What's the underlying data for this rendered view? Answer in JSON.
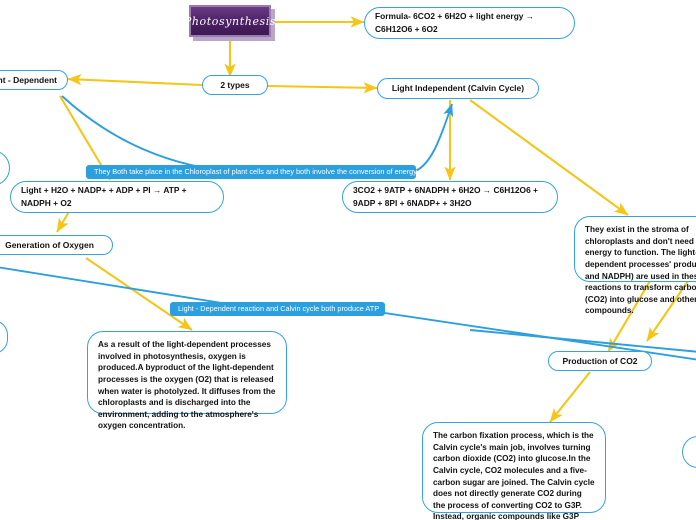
{
  "diagram": {
    "title": "Photosynthesis",
    "colors": {
      "node_border": "#35a3e0",
      "root_fill": "#4a1f63",
      "root_border": "#9a7ab0",
      "yellow_edge": "#f5c518",
      "blue_edge": "#2c9fdf",
      "label_fill": "#2c9fdf",
      "canvas": "#ffffff"
    },
    "root": {
      "label": "Photosynthesis"
    },
    "nodes": [
      {
        "id": "formula",
        "label": "Formula- 6CO2 + 6H2O + light energy → C6H12O6 + 6O2"
      },
      {
        "id": "two-types",
        "label": "2 types"
      },
      {
        "id": "light-dependent",
        "label": "Light - Dependent"
      },
      {
        "id": "light-independent",
        "label": "Light Independent (Calvin Cycle)"
      },
      {
        "id": "light-dependent-equation",
        "label": "Light + H2O + NADP+ + ADP + PI → ATP + NADPH + O2"
      },
      {
        "id": "calvin-equation",
        "label": "3CO2 + 9ATP + 6NADPH + 6H2O → C6H12O6 + 9ADP + 8PI + 6NADP+ + 3H2O"
      },
      {
        "id": "generation-of-oxygen",
        "label": "Generation of Oxygen"
      },
      {
        "id": "production-of-co2",
        "label": "Production of CO2"
      },
      {
        "id": "stroma-note",
        "label": "They exist in the stroma of chloroplasts and don't need light energy to function. The light-dependent processes' products (ATP and NADPH) are used in these reactions to transform carbon dioxide (CO2) into glucose and other organic compounds."
      },
      {
        "id": "oxygen-note",
        "label": "As a result of the light-dependent processes involved in photosynthesis, oxygen is produced.A byproduct of the light-dependent processes is the oxygen (O2) that is released when water is photolyzed. It diffuses from the chloroplasts and is discharged into the environment, adding to the atmosphere's oxygen concentration."
      },
      {
        "id": "carbon-fixation-note",
        "label": "The carbon fixation process, which is the Calvin cycle's main job, involves turning carbon dioxide (CO2) into glucose.In the Calvin cycle, CO2 molecules and a five-carbon sugar are joined. The Calvin cycle does not directly generate CO2 during the process of converting CO2 to G3P. Instead, organic compounds like G3P employ CO2 as a substrate and integrate it into them."
      }
    ],
    "relationship_labels": [
      {
        "id": "both-chloroplast",
        "text": "They Both take place in the Chloroplast of plant cells and they both involve the conversion of energy."
      },
      {
        "id": "both-produce-atp",
        "text": "Light - Dependent reaction and Calvin cycle both produce ATP"
      }
    ]
  }
}
